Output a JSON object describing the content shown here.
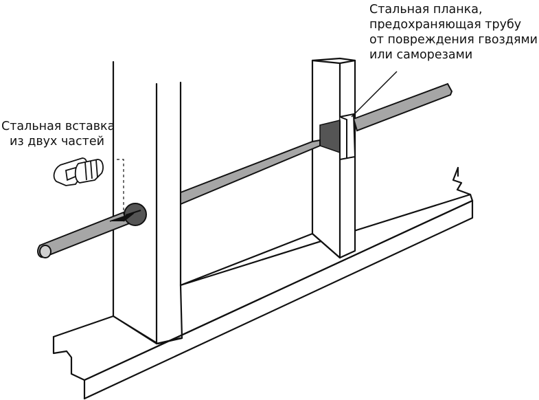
{
  "labels": {
    "steel_plate": [
      "Стальная планка,",
      "предохраняющая трубу",
      "от повреждения гвоздями",
      "или саморезами"
    ],
    "steel_insert": [
      "Стальная вставка",
      "из двух частей"
    ]
  },
  "colors": {
    "line": "#111111",
    "pipe_fill": "#a6a6a6",
    "shadow_fill": "#555555",
    "background": "#ffffff"
  }
}
